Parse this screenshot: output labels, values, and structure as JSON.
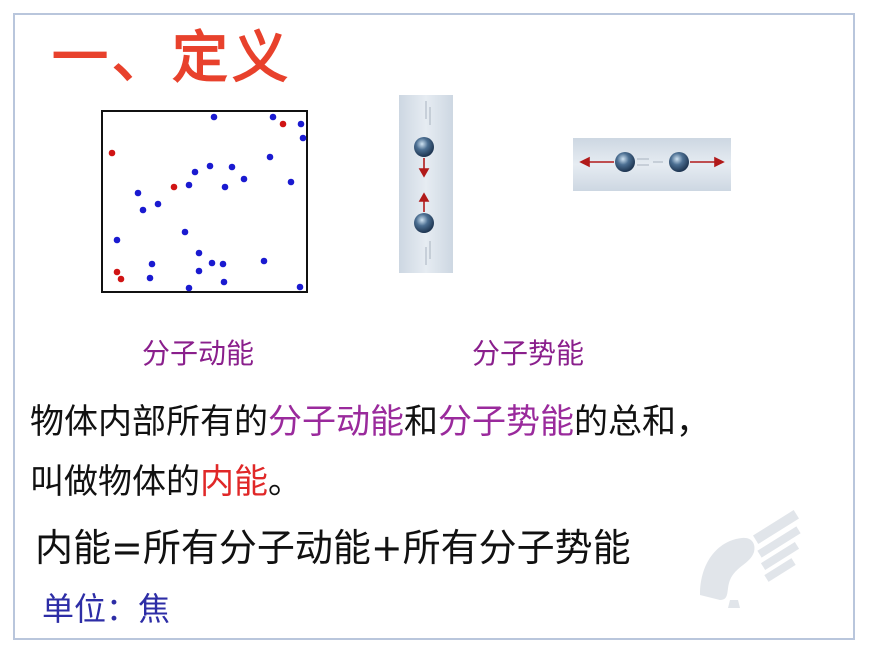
{
  "title": "一、定义",
  "labels": {
    "kinetic": "分子动能",
    "potential": "分子势能"
  },
  "definition": {
    "line1": {
      "p1": "物体内部所有的",
      "p2": "分子动能",
      "p3": "和",
      "p4": "分子势能",
      "p5": "的总和，"
    },
    "line2": {
      "p1": "叫做物体的",
      "p2": "内能",
      "p3": "。"
    }
  },
  "formula": "内能=所有分子动能+所有分子势能",
  "unit": "单位：焦",
  "colors": {
    "title": "#e8412c",
    "label": "#8a1f8c",
    "highlight": "#9a2a9c",
    "emphasis": "#e02828",
    "unit": "#2d2da6",
    "blue_dot": "#1a1ad0",
    "red_dot": "#d01414"
  }
}
